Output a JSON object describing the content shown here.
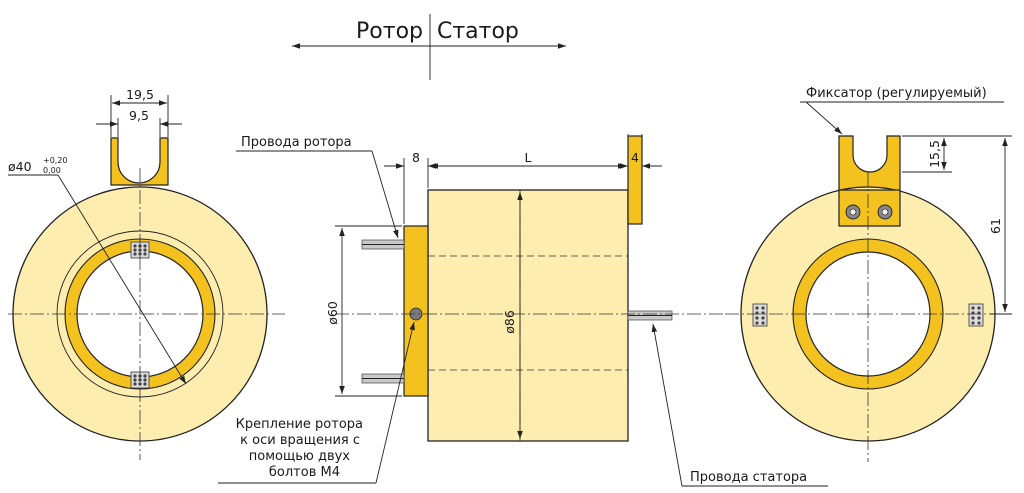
{
  "header": {
    "rotor": "Ротор",
    "stator": "Статор"
  },
  "labels": {
    "rotor_wires": "Провода ротора",
    "stator_wires": "Провода статора",
    "fixator": "Фиксатор (регулируемый)",
    "mount_line1": "Крепление ротора",
    "mount_line2": "к оси вращения с",
    "mount_line3": "помощью двух",
    "mount_line4": "болтов М4"
  },
  "dimensions": {
    "slot_outer": "19,5",
    "slot_inner": "9,5",
    "bore_diameter": "ø40",
    "bore_tol_upper": "+0,20",
    "bore_tol_lower": "0,00",
    "flange_width": "8",
    "body_length": "L",
    "tab_thickness": "4",
    "flange_diameter": "ø60",
    "body_diameter": "ø86",
    "fixator_slot": "15,5",
    "fixator_height": "61"
  },
  "colors": {
    "body": "#fdeeb0",
    "ring": "#f3c21f",
    "line": "#222222"
  }
}
